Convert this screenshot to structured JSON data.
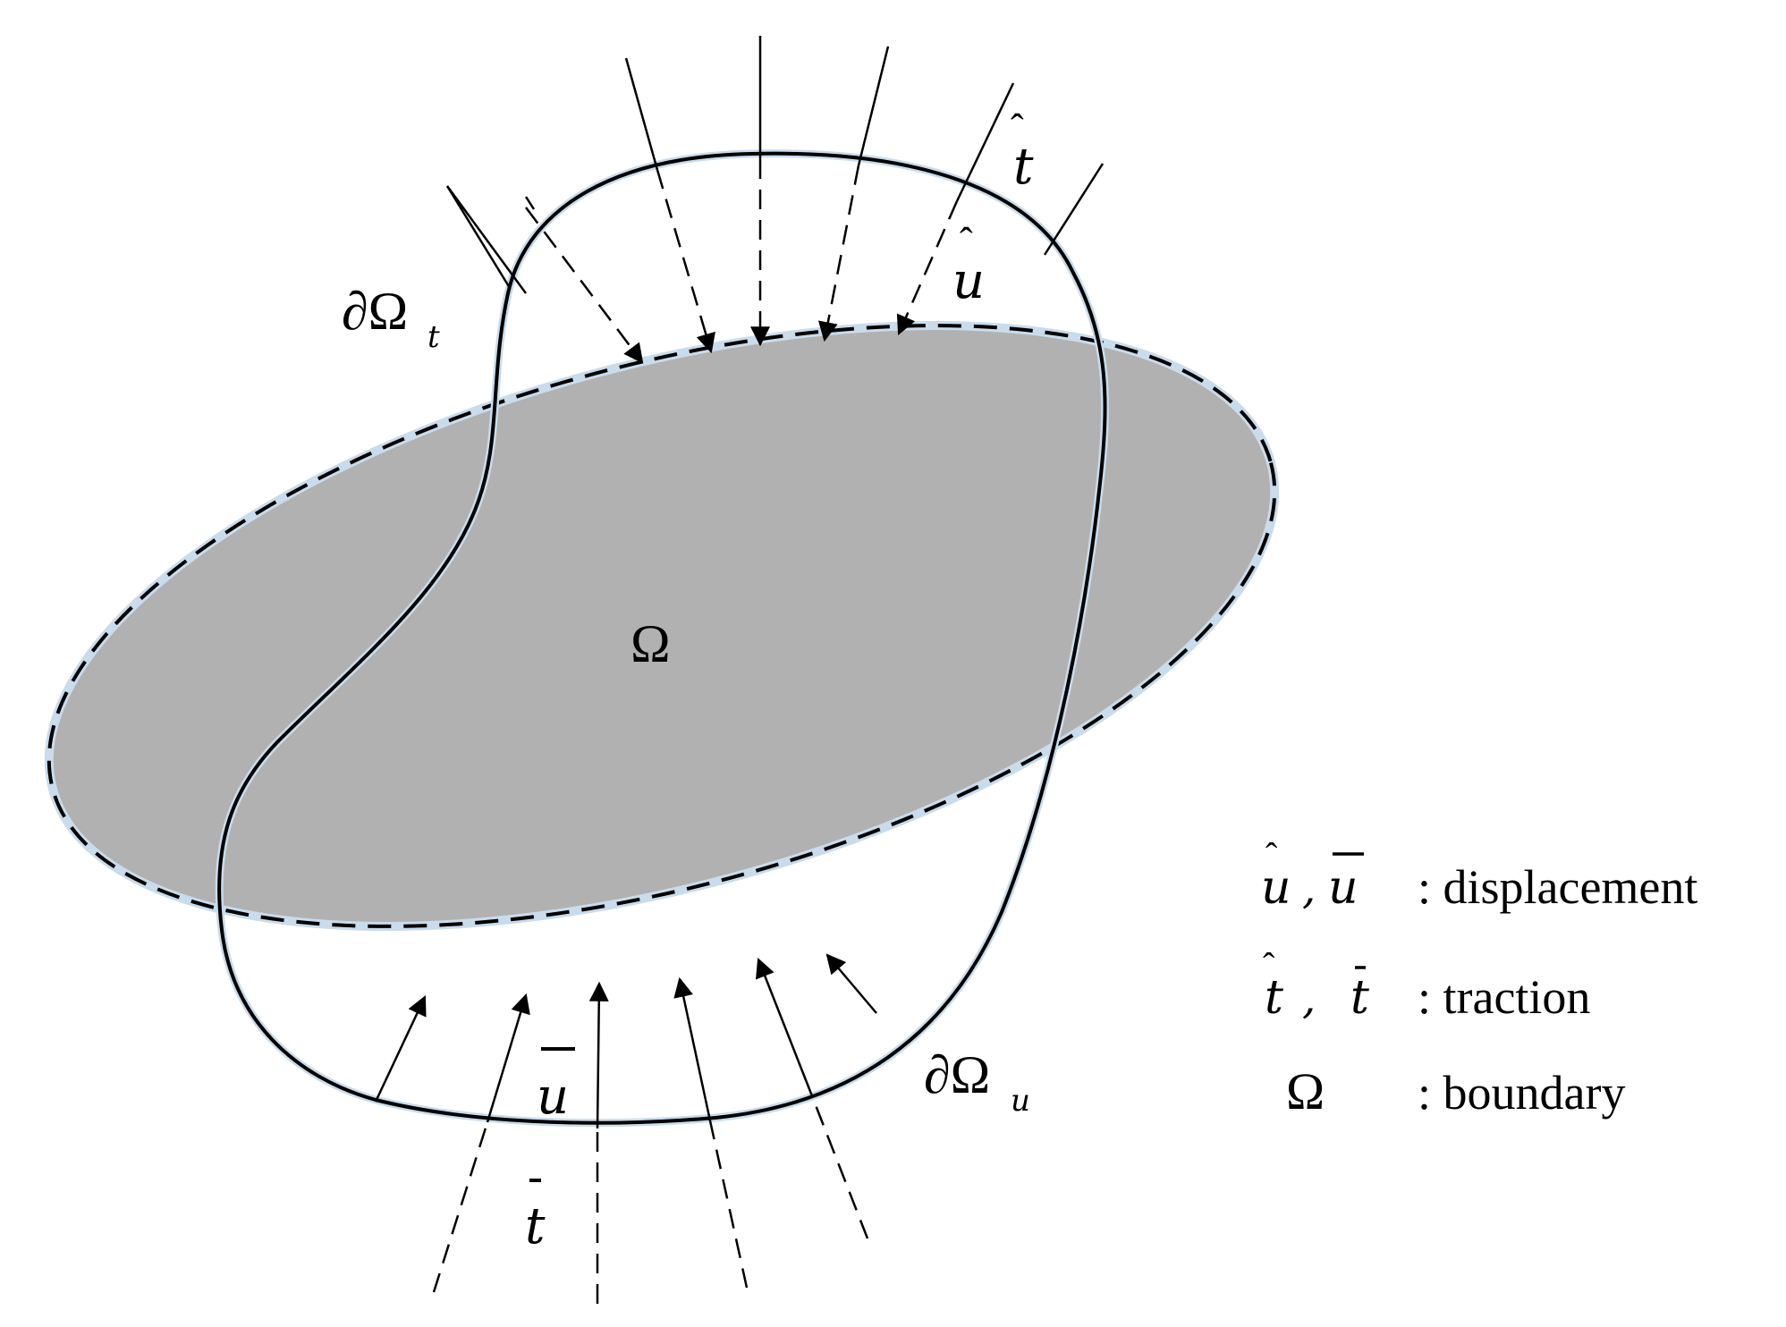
{
  "labels": {
    "domain": "Ω",
    "boundary_traction": "∂Ω",
    "boundary_traction_sub": "t",
    "boundary_displacement": "∂Ω",
    "boundary_displacement_sub": "u",
    "t_hat": "t",
    "u_hat": "u",
    "u_bar": "u",
    "t_bar": "t",
    "hat_mark": "ˆ",
    "bar_mark": "‾"
  },
  "legend": [
    {
      "symbol_a": "u",
      "symbol_b": "u",
      "separator": ",",
      "mark_a": "ˆ",
      "mark_b": "‾",
      "text": ": displacement"
    },
    {
      "symbol_a": "t",
      "symbol_b": "t",
      "separator": ",",
      "mark_a": "ˆ",
      "mark_b": "‾",
      "text": ": traction"
    },
    {
      "symbol": "Ω",
      "text": ": boundary"
    }
  ],
  "colors": {
    "ellipse_fill": "#b1b1b1",
    "stroke": "#000000",
    "halo": "#c9dcec"
  }
}
